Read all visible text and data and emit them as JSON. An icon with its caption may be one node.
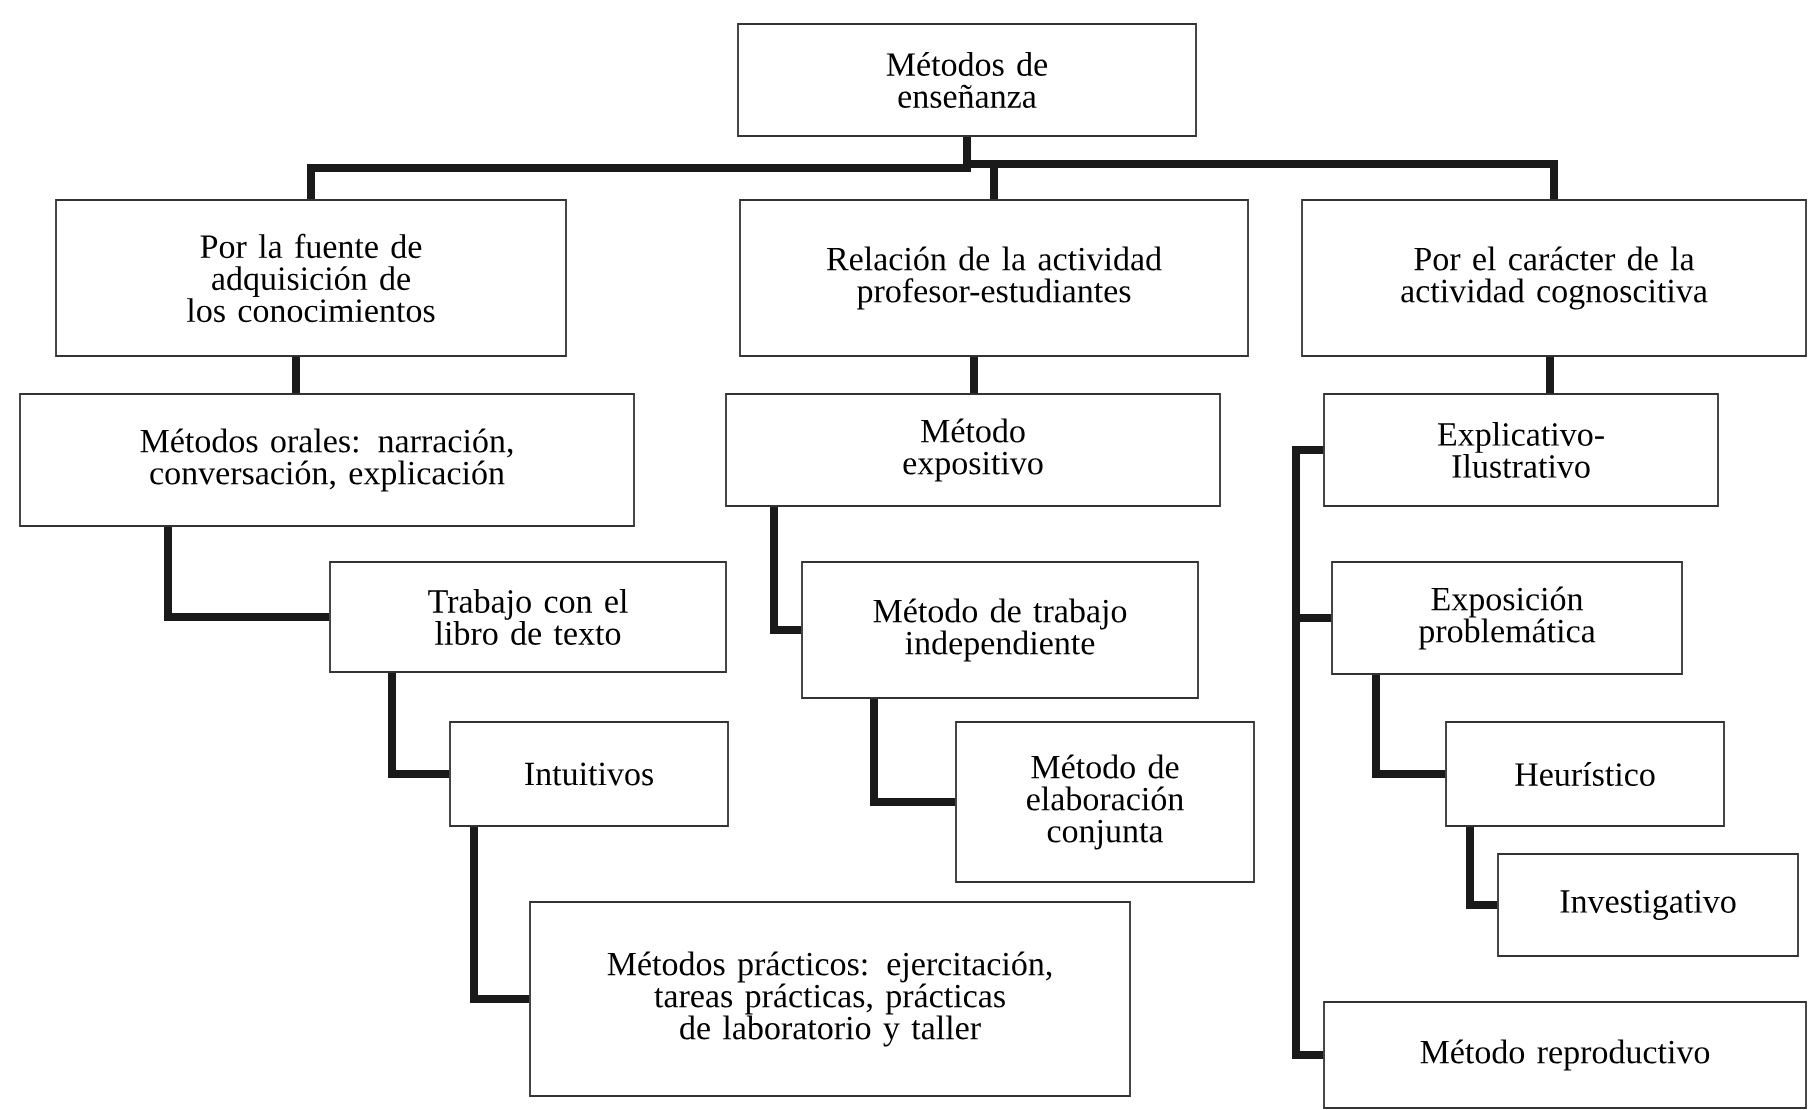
{
  "diagram": {
    "nodes": [
      {
        "text": [
          "Métodos de enseñanza"
        ]
      },
      {
        "text": [
          "Por la fuente de adquisición de los conocimientos"
        ]
      },
      {
        "text": [
          "Relación de la actividad profesor-estudiantes"
        ]
      },
      {
        "text": [
          "Por el carácter de la actividad cognoscitiva"
        ]
      },
      {
        "text": [
          "Métodos orales: narración, conversación, explicación"
        ]
      },
      {
        "text": [
          "Trabajo con el libro de texto"
        ]
      },
      {
        "text": [
          "Intuitivos"
        ]
      },
      {
        "text": [
          "Métodos prácticos: ejercitación, tareas prácticas, prácticas de laboratorio y taller"
        ]
      },
      {
        "text": [
          "Método expositivo"
        ]
      },
      {
        "text": [
          "Método de trabajo independiente"
        ]
      },
      {
        "text": [
          "Método de elaboración conjunta"
        ]
      },
      {
        "text": [
          "Explicativo-Ilustrativo"
        ]
      },
      {
        "text": [
          "Exposición problemática"
        ]
      },
      {
        "text": [
          "Heurístico"
        ]
      },
      {
        "text": [
          "Investigativo"
        ]
      },
      {
        "text": [
          "Método reproductivo"
        ]
      }
    ],
    "edges": [
      {
        "from": 0,
        "to": 1,
        "arrow": "none"
      },
      {
        "from": 0,
        "to": 2,
        "arrow": "none"
      },
      {
        "from": 0,
        "to": 3,
        "arrow": "none"
      },
      {
        "from": 1,
        "to": 4,
        "arrow": "none"
      },
      {
        "from": 4,
        "to": 5,
        "arrow": "none"
      },
      {
        "from": 5,
        "to": 6,
        "arrow": "none"
      },
      {
        "from": 6,
        "to": 7,
        "arrow": "none"
      },
      {
        "from": 2,
        "to": 8,
        "arrow": "none"
      },
      {
        "from": 8,
        "to": 9,
        "arrow": "none"
      },
      {
        "from": 9,
        "to": 10,
        "arrow": "none"
      },
      {
        "from": 3,
        "to": 11,
        "arrow": "none"
      },
      {
        "from": 11,
        "to": 12,
        "arrow": "none"
      },
      {
        "from": 11,
        "to": 15,
        "arrow": "none"
      },
      {
        "from": 12,
        "to": 13,
        "arrow": "none"
      },
      {
        "from": 13,
        "to": 14,
        "arrow": "none"
      }
    ]
  }
}
